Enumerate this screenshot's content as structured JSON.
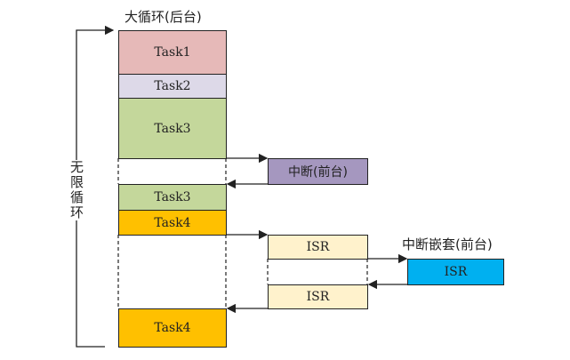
{
  "title_background": "大循环(后台)",
  "loop_label": "无限循环",
  "interrupt_label": "中断(前台)",
  "nested_label": "中断嵌套(前台)",
  "tasks": [
    "Task1",
    "Task2",
    "Task3",
    "Task3",
    "Task4",
    "Task4"
  ],
  "isr": [
    "ISR",
    "ISR",
    "ISR"
  ],
  "colors": {
    "task1": "#e6b9b8",
    "task2": "#ddd9e8",
    "task3": "#c4d79b",
    "task4": "#ffc000",
    "interrupt": "#a597bf",
    "isr": "#fff2cc",
    "nested_isr": "#00b0f0"
  }
}
